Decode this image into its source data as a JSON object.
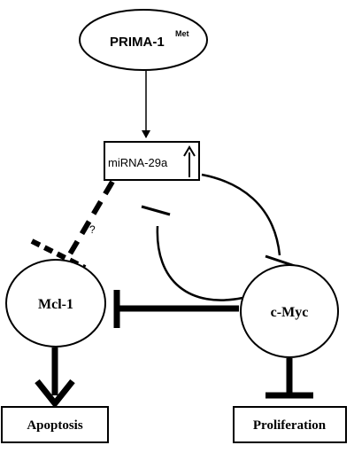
{
  "nodes": {
    "prima": {
      "label": "PRIMA-1",
      "superscript": "Met"
    },
    "mirna": {
      "label": "miRNA-29a",
      "trend": "up-arrow"
    },
    "mcl1": {
      "label": "Mcl-1"
    },
    "cmyc": {
      "label": "c-Myc"
    },
    "apoptosis": {
      "label": "Apoptosis"
    },
    "proliferation": {
      "label": "Proliferation"
    }
  },
  "annotations": {
    "uncertain_link": "?"
  },
  "edges": [
    {
      "from": "PRIMA-1 Met",
      "to": "miRNA-29a",
      "type": "activation"
    },
    {
      "from": "miRNA-29a",
      "to": "c-Myc",
      "type": "inhibition"
    },
    {
      "from": "c-Myc",
      "to": "miRNA-29a",
      "type": "inhibition"
    },
    {
      "from": "miRNA-29a",
      "to": "Mcl-1",
      "type": "inhibition",
      "style": "dashed",
      "uncertain": true
    },
    {
      "from": "c-Myc",
      "to": "Mcl-1",
      "type": "inhibition"
    },
    {
      "from": "Mcl-1",
      "to": "Apoptosis",
      "type": "activation"
    },
    {
      "from": "c-Myc",
      "to": "Proliferation",
      "type": "inhibition"
    }
  ],
  "colors": {
    "stroke": "#000000",
    "fill": "#ffffff",
    "text": "#000000"
  }
}
